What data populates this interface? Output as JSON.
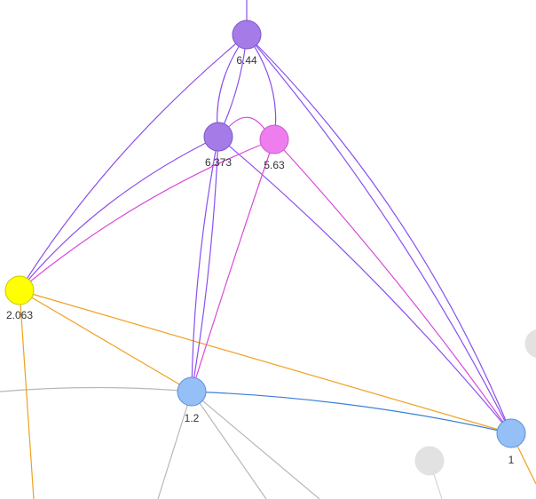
{
  "graph": {
    "colors": {
      "purple": "#8a4ff0",
      "magenta": "#d94ad9",
      "orange": "#f0a020",
      "blue": "#3a7fd5",
      "gray": "#b8b8b8",
      "node_purple": "#a57be8",
      "node_magenta": "#ee7ef0",
      "node_yellow": "#ffff00",
      "node_blue": "#94bff7",
      "node_gray": "#e2e2e2"
    },
    "nodes": [
      {
        "id": "n644",
        "label": "6.44",
        "fill": "node_purple"
      },
      {
        "id": "n6373",
        "label": "6.373",
        "fill": "node_purple"
      },
      {
        "id": "n563",
        "label": "5.63",
        "fill": "node_magenta"
      },
      {
        "id": "n2063",
        "label": "2.063",
        "fill": "node_yellow"
      },
      {
        "id": "n12",
        "label": "1.2",
        "fill": "node_blue"
      },
      {
        "id": "n1",
        "label": "1",
        "fill": "node_blue"
      },
      {
        "id": "gray1",
        "label": "",
        "fill": "node_gray"
      },
      {
        "id": "gray2",
        "label": "",
        "fill": "node_gray"
      }
    ]
  }
}
